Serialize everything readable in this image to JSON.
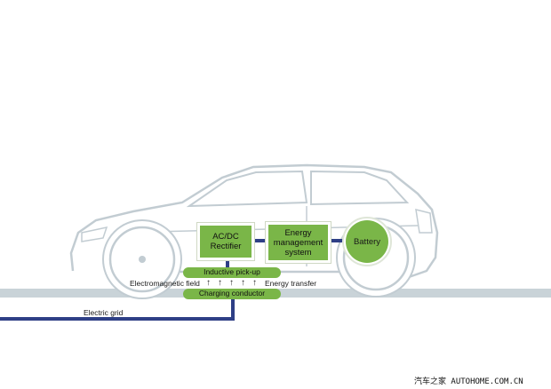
{
  "labels": {
    "rectifier": "AC/DC\nRectifier",
    "energy_mgmt": "Energy\nmanagement\nsystem",
    "battery": "Battery",
    "pickup": "Inductive pick-up",
    "field": "Electromagnetic field",
    "transfer": "Energy transfer",
    "conductor": "Charging conductor",
    "grid": "Electric grid"
  },
  "watermark": "汽车之家 AUTOHOME.COM.CN",
  "colors": {
    "green": "#7ab648",
    "navy": "#2e3f86",
    "road": "#c9d3d8",
    "car_line": "#c2ccd2"
  }
}
